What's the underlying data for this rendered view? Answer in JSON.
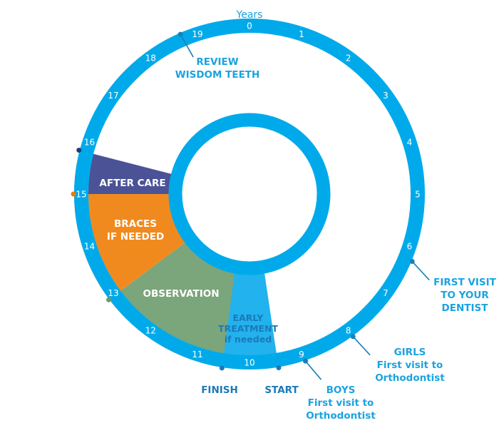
{
  "title": "Years",
  "colors": {
    "ring": "#00aaea",
    "early_treatment": "#22b2ee",
    "after_care": "#4b5396",
    "after_care_band": "#3b4289",
    "braces": "#f18a1e",
    "braces_band": "#ec7b0a",
    "observation": "#7ba57b",
    "observation_band": "#6b9a6b",
    "label_light_blue": "#1aa3e0",
    "label_dark_blue": "#1c79b8",
    "marker_dark": "#1f3c7a"
  },
  "years": [
    "0",
    "1",
    "2",
    "3",
    "4",
    "5",
    "6",
    "7",
    "8",
    "9",
    "10",
    "11",
    "12",
    "13",
    "14",
    "15",
    "16",
    "17",
    "18",
    "19"
  ],
  "segments": [
    {
      "id": "after-care",
      "label_lines": [
        "AFTER CARE"
      ],
      "start_year": 15,
      "end_year": 15.8
    },
    {
      "id": "braces",
      "label_lines": [
        "BRACES",
        "IF NEEDED"
      ],
      "start_year": 12.95,
      "end_year": 15
    },
    {
      "id": "observation",
      "label_lines": [
        "OBSERVATION"
      ],
      "start_year": 10.5,
      "end_year": 12.95
    },
    {
      "id": "early-treatment",
      "label_lines": [
        "EARLY",
        "TREATMENT",
        "if needed"
      ],
      "start_year": 9.47,
      "end_year": 10.5
    }
  ],
  "milestones": [
    {
      "id": "review-wisdom-teeth",
      "year": 18.7,
      "lines": [
        "REVIEW",
        "WISDOM TEETH"
      ],
      "style": "light"
    },
    {
      "id": "first-visit-dentist",
      "year": 6.25,
      "lines": [
        "FIRST VISIT",
        "TO YOUR",
        "DENTIST"
      ],
      "style": "light"
    },
    {
      "id": "girls-first-visit",
      "year": 8.0,
      "lines": [
        "GIRLS",
        "First visit to",
        "Orthodontist"
      ],
      "style": "light"
    },
    {
      "id": "boys-first-visit",
      "year": 8.97,
      "lines": [
        "BOYS",
        "First visit to",
        "Orthodontist"
      ],
      "style": "light"
    },
    {
      "id": "start",
      "year": 9.47,
      "lines": [
        "START"
      ],
      "style": "dark"
    },
    {
      "id": "finish",
      "year": 10.5,
      "lines": [
        "FINISH"
      ],
      "style": "dark"
    }
  ],
  "markers": [
    {
      "id": "marker-16",
      "year": 15.8,
      "color_key": "marker_dark"
    },
    {
      "id": "marker-15",
      "year": 15.0,
      "color_key": "braces_band"
    },
    {
      "id": "marker-13",
      "year": 12.95,
      "color_key": "observation_band"
    }
  ]
}
